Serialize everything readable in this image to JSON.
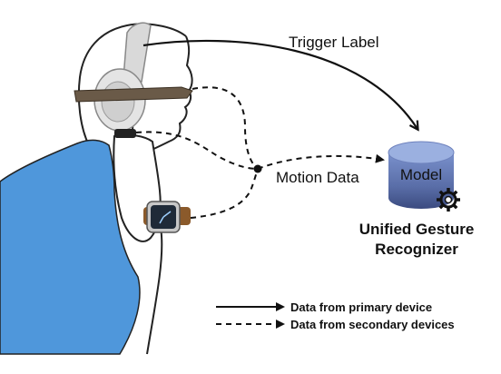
{
  "labels": {
    "trigger": "Trigger Label",
    "motion": "Motion Data",
    "model": "Model",
    "recognizer_line1": "Unified Gesture",
    "recognizer_line2": "Recognizer"
  },
  "legend": {
    "primary": "Data from primary device",
    "secondary": "Data from secondary devices"
  },
  "colors": {
    "shirt": "#4f97db",
    "cylinder_top": "#8fa6d8",
    "cylinder_mid": "#6f86c2",
    "cylinder_bottom": "#3e4f86",
    "headphone": "#d9d9d9",
    "glasses": "#6a5a48",
    "watch_strap": "#8b5a2b",
    "watch_face": "#1f2a38"
  },
  "icons": {
    "model_badge": "gear-icon"
  }
}
